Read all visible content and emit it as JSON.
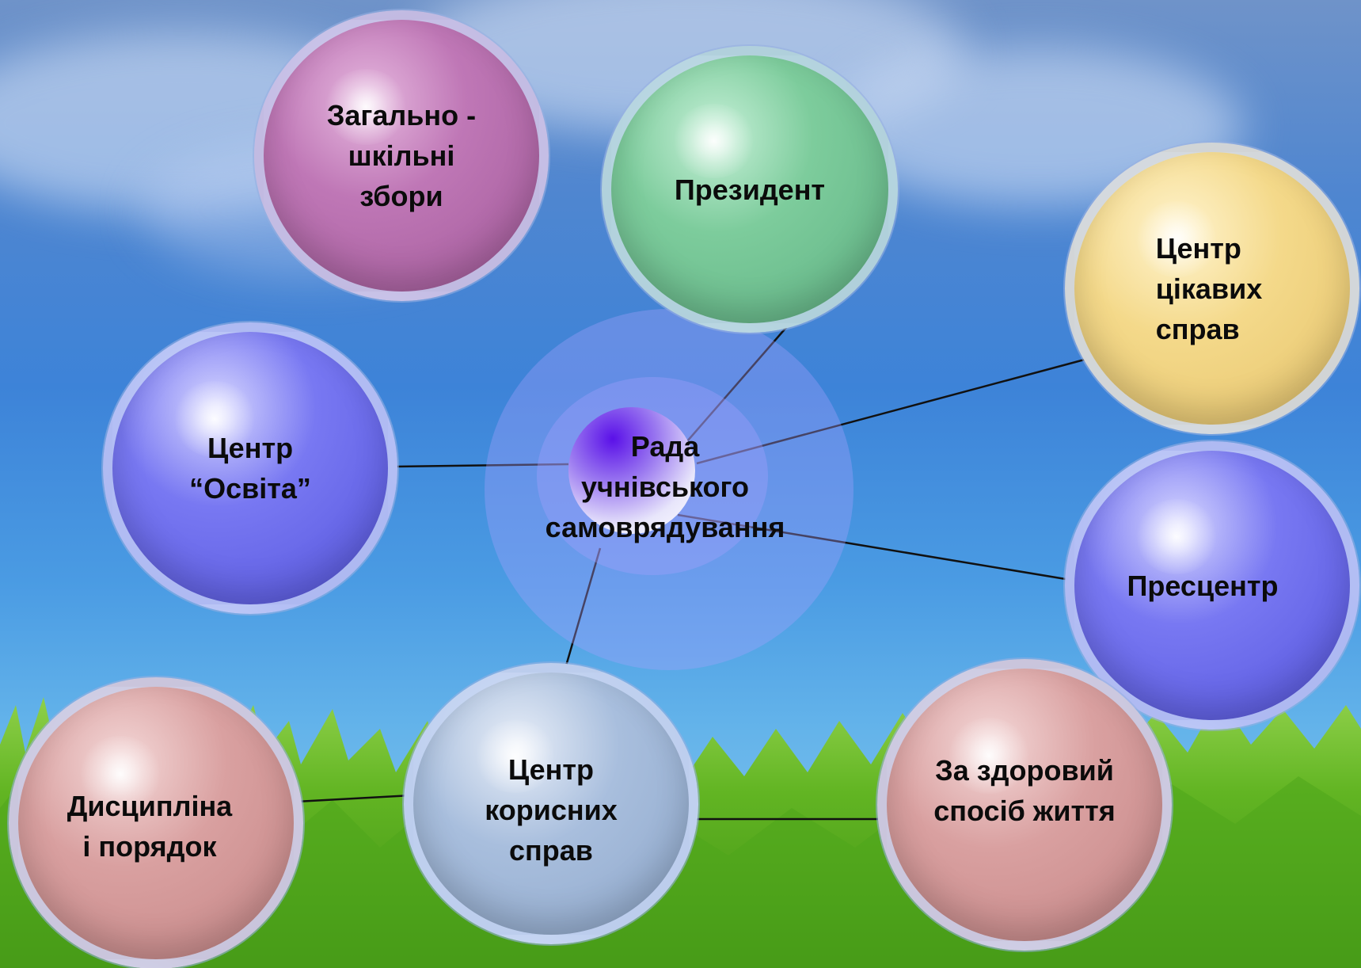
{
  "diagram": {
    "center": {
      "label": "Рада\nучнівського\nсамоврядування"
    },
    "nodes": [
      {
        "id": "general-meeting",
        "label": "Загально -\nшкільні\nзбори",
        "color": "#b46fae"
      },
      {
        "id": "president",
        "label": "Президент",
        "color": "#7dcc9c"
      },
      {
        "id": "interesting-affairs",
        "label": "Центр\nцікавих\nсправ",
        "color": "#f4d98a"
      },
      {
        "id": "education",
        "label": "Центр\n“Освіта”",
        "color": "#6f6ff0"
      },
      {
        "id": "press-center",
        "label": "Пресцентр",
        "color": "#6f6ff0"
      },
      {
        "id": "discipline",
        "label": "Дисципліна\nі порядок",
        "color": "#d9a0a0"
      },
      {
        "id": "useful-affairs",
        "label": "Центр\nкорисних\nсправ",
        "color": "#a8bedd"
      },
      {
        "id": "healthy-lifestyle",
        "label": "За здоровий\nспосіб життя",
        "color": "#d9a0a0"
      }
    ],
    "connections": [
      [
        "center",
        "president"
      ],
      [
        "center",
        "interesting-affairs"
      ],
      [
        "center",
        "education"
      ],
      [
        "center",
        "press-center"
      ],
      [
        "center",
        "useful-affairs"
      ],
      [
        "useful-affairs",
        "discipline"
      ],
      [
        "useful-affairs",
        "healthy-lifestyle"
      ]
    ]
  }
}
